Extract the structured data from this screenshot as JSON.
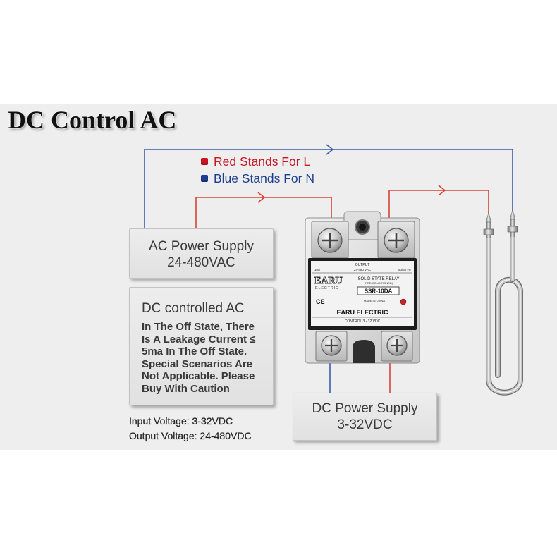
{
  "title": "DC Control AC",
  "legend": {
    "live": {
      "label": "Red Stands For L",
      "color": "#cc1424"
    },
    "neutral": {
      "label": "Blue Stands For N",
      "color": "#1d3f90"
    }
  },
  "wires": {
    "live_color": "#d8433b",
    "neutral_color": "#3d5daa"
  },
  "ac_supply": {
    "title": "AC Power Supply",
    "value": "24-480VAC"
  },
  "dc_controlled": {
    "title": "DC controlled AC",
    "body_lines": [
      "In The Off State, There",
      "Is A Leakage Current ≤",
      "5ma In The Off State.",
      "Special Scenarios Are",
      "Not Applicable. Please",
      "Buy With Caution"
    ]
  },
  "specs": {
    "input": "Input Voltage: 3-32VDC",
    "output": "Output Voltage: 24-480VDC"
  },
  "dc_supply": {
    "title": "DC Power Supply",
    "value": "3-32VDC"
  },
  "relay": {
    "output": "OUTPUT",
    "current": "10A",
    "voltage": "24-480 VAC",
    "frequency": "50/60 Hz",
    "brand": "EARU",
    "brand_sub": "ELECTRIC",
    "product": "SOLID STATE RELAY",
    "note": "(PRE-CONDITIONED)",
    "model": "SSR-10DA",
    "cert": "CE",
    "origin": "MADE IN CHINA",
    "maker": "EARU ELECTRIC",
    "control": "CONTROL 3 - 32 VDC"
  },
  "colors": {
    "panel_background": "#eeeeee",
    "relay_led": "#c62828"
  }
}
